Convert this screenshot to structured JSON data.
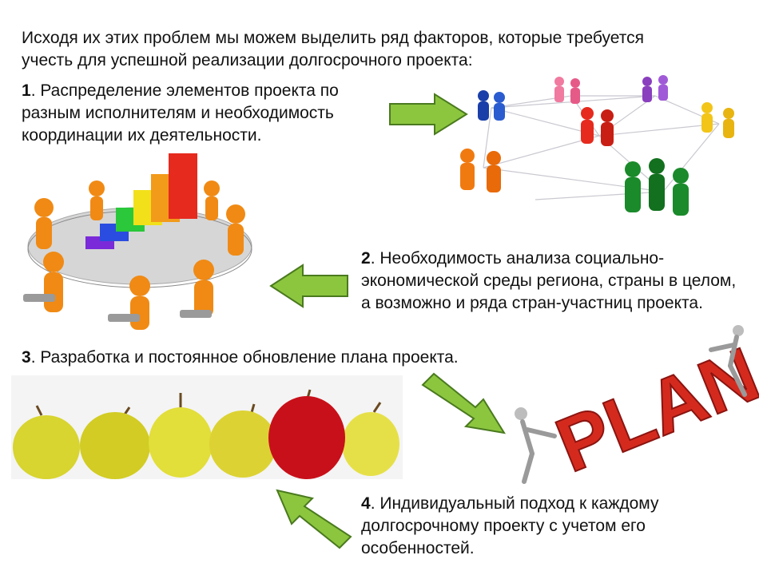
{
  "intro": {
    "line1": "Исходя их этих проблем мы можем выделить ряд факторов, которые требуется",
    "line2": "учесть для  успешной реализации долгосрочного проекта:"
  },
  "items": [
    {
      "num": "1",
      "text": ". Распределение элементов проекта по разным исполнителям и необходимость координации их деятельности."
    },
    {
      "num": "2",
      "text": ". Необходимость анализа социально-экономической среды региона, страны в целом, а возможно и ряда стран-участниц проекта."
    },
    {
      "num": "3",
      "text": ". Разработка и постоянное обновление плана проекта."
    },
    {
      "num": "4",
      "text": ". Индивидуальный подход к каждому долгосрочному проекту с учетом его особенностей."
    }
  ],
  "plan_word": "PLAN",
  "colors": {
    "arrow": "#8cc63f",
    "arrow_stroke": "#4a7a1e",
    "plan_red": "#d42a1e"
  }
}
